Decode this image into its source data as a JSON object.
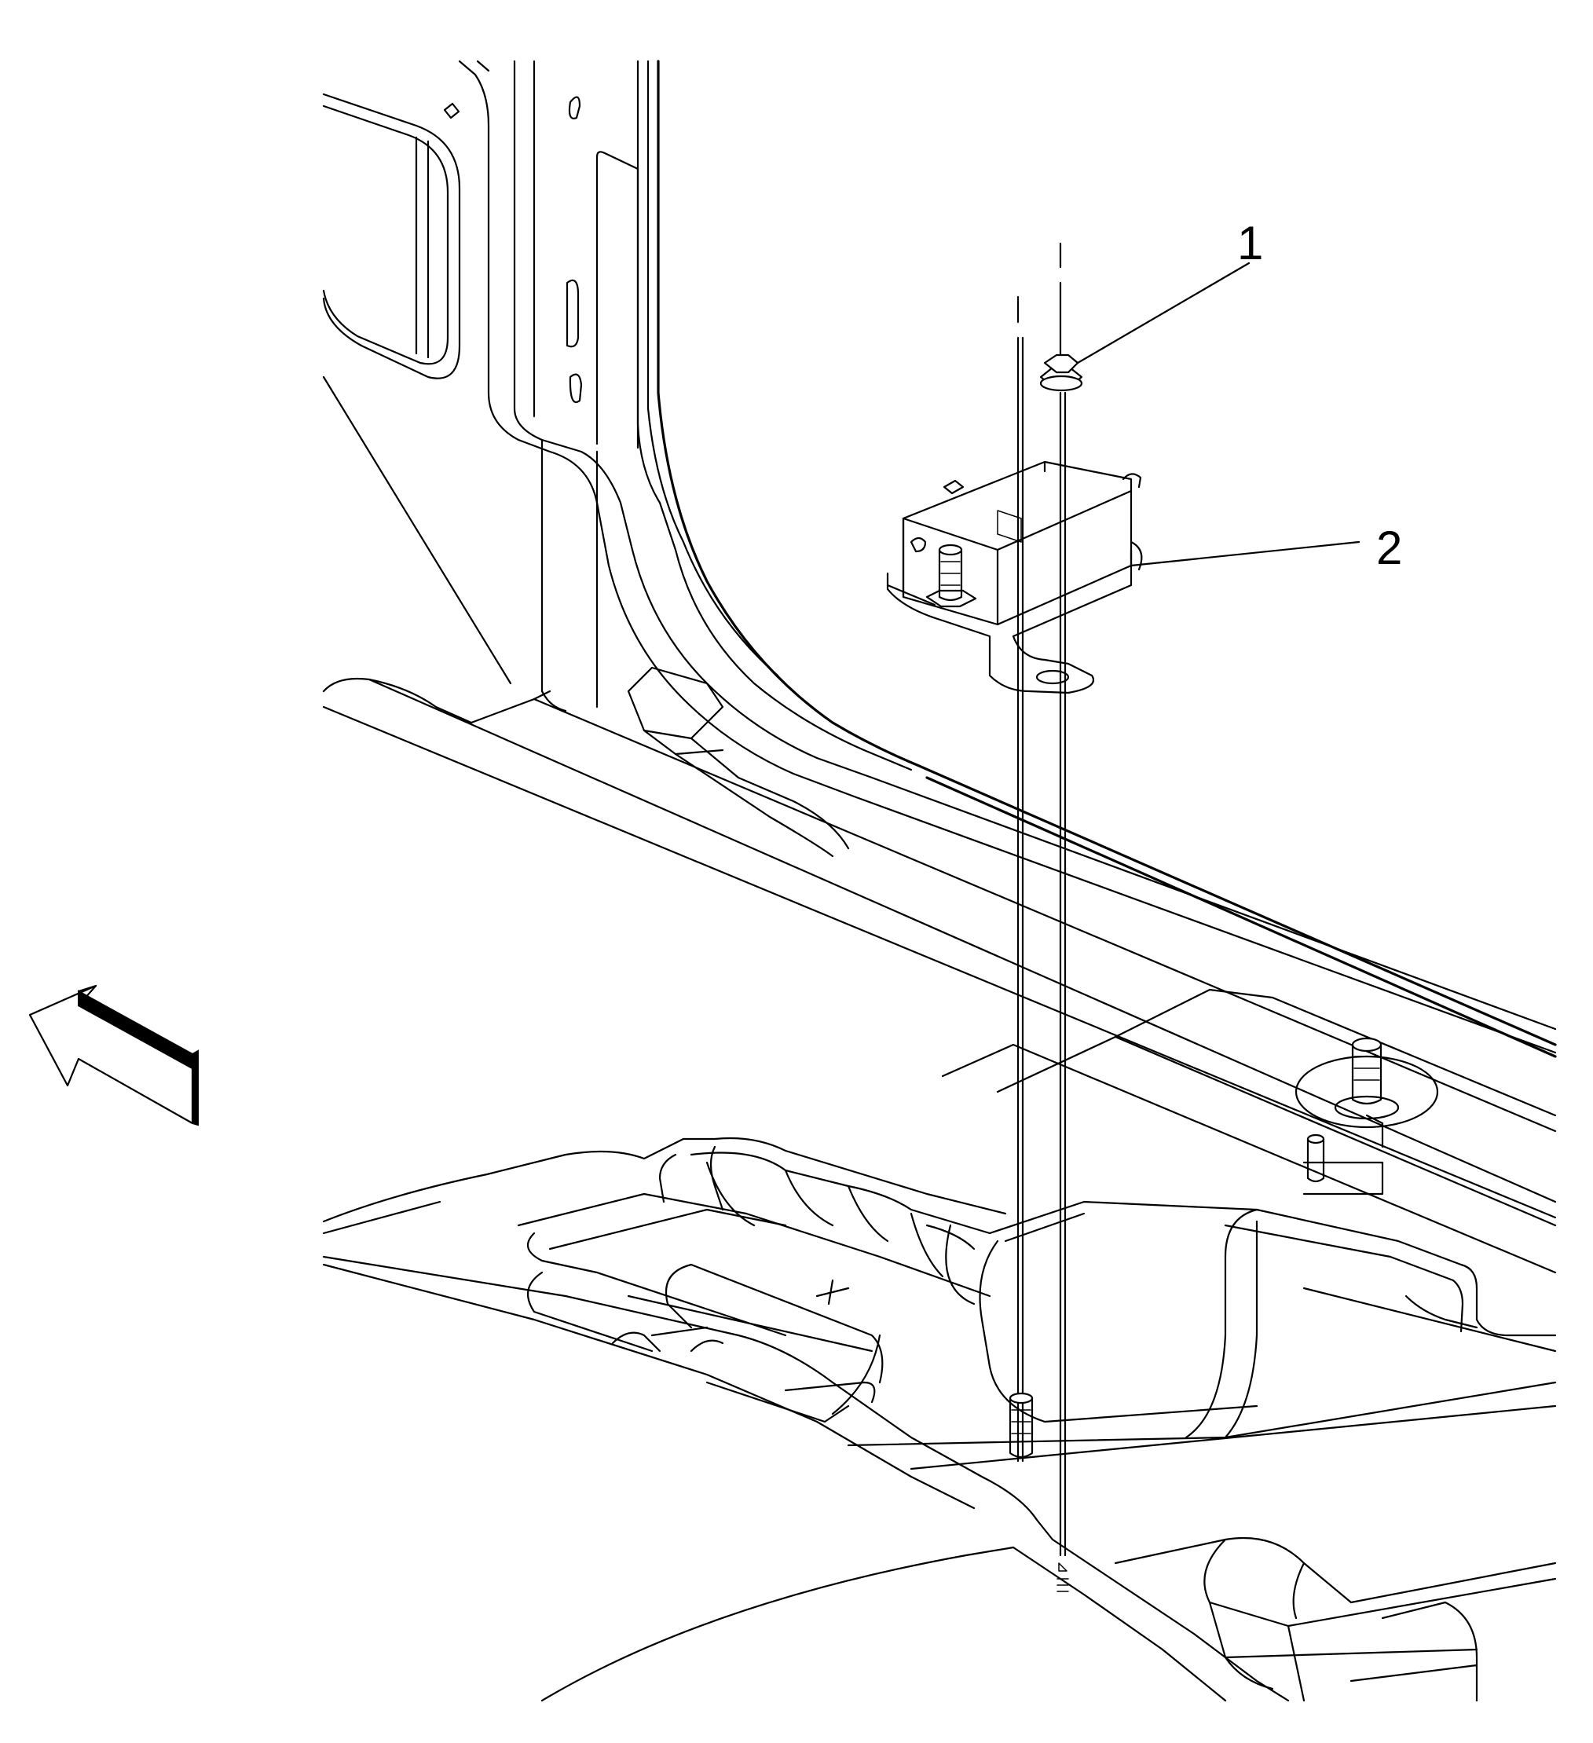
{
  "diagram": {
    "callouts": [
      {
        "id": "1",
        "label": "1"
      },
      {
        "id": "2",
        "label": "2"
      }
    ],
    "view_direction_icon": "forward-arrow-icon",
    "colors": {
      "line": "#000000",
      "background": "#ffffff"
    }
  }
}
